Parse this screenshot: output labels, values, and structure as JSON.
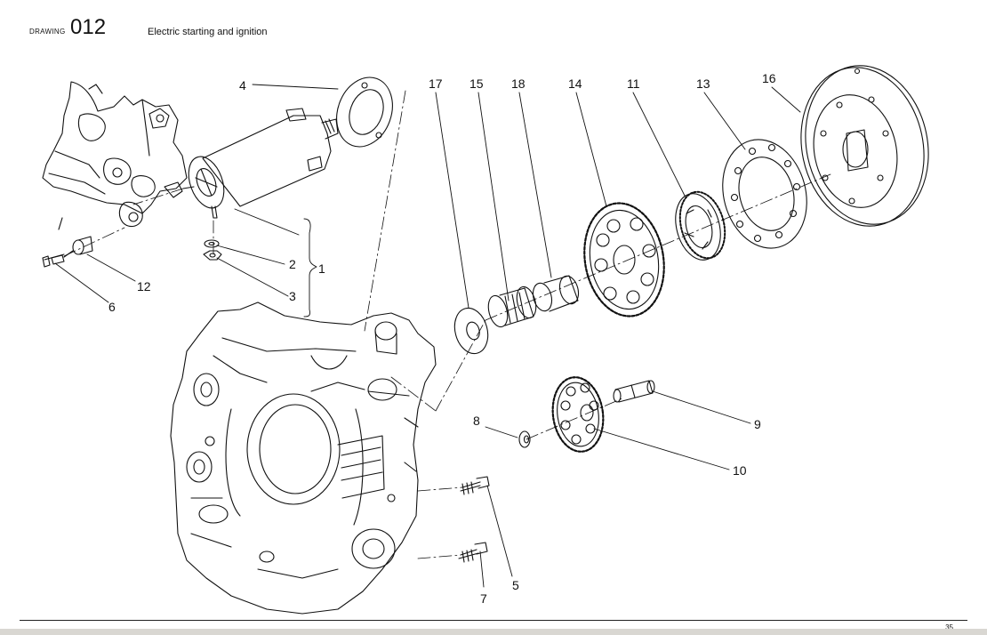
{
  "header": {
    "kind": "DRAWING",
    "number": "012",
    "title": "Electric starting and ignition"
  },
  "page_number": "35",
  "callouts": [
    "1",
    "2",
    "3",
    "4",
    "5",
    "6",
    "7",
    "8",
    "9",
    "10",
    "11",
    "12",
    "13",
    "14",
    "15",
    "16",
    "17",
    "18"
  ]
}
